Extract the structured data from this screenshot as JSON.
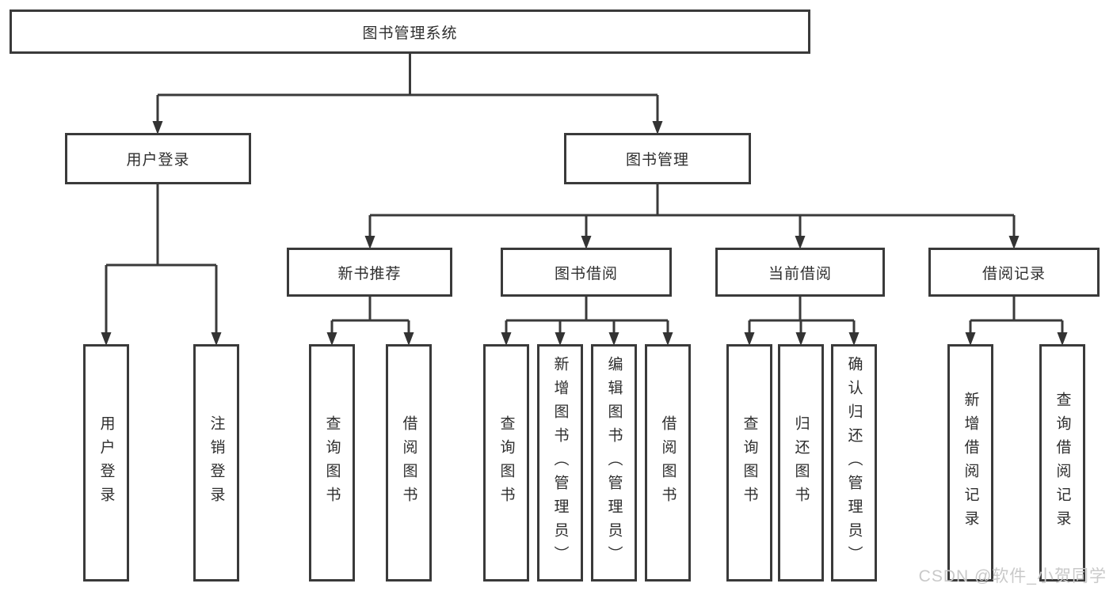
{
  "tree": {
    "label": "图书管理系统",
    "children": [
      {
        "label": "用户登录",
        "children": [
          {
            "label": "用户登录"
          },
          {
            "label": "注销登录"
          }
        ]
      },
      {
        "label": "图书管理",
        "children": [
          {
            "label": "新书推荐",
            "children": [
              {
                "label": "查询图书"
              },
              {
                "label": "借阅图书"
              }
            ]
          },
          {
            "label": "图书借阅",
            "children": [
              {
                "label": "查询图书"
              },
              {
                "label": "新增图书（管理员）"
              },
              {
                "label": "编辑图书（管理员）"
              },
              {
                "label": "借阅图书"
              }
            ]
          },
          {
            "label": "当前借阅",
            "children": [
              {
                "label": "查询图书"
              },
              {
                "label": "归还图书"
              },
              {
                "label": "确认归还（管理员）"
              }
            ]
          },
          {
            "label": "借阅记录",
            "children": [
              {
                "label": "新增借阅记录"
              },
              {
                "label": "查询借阅记录"
              }
            ]
          }
        ]
      }
    ]
  },
  "watermark": "CSDN @软件_小贺同学",
  "colors": {
    "line": "#3a3a3a",
    "text": "#2e2e2e",
    "watermark": "#c9c9c9",
    "background": "#ffffff"
  }
}
